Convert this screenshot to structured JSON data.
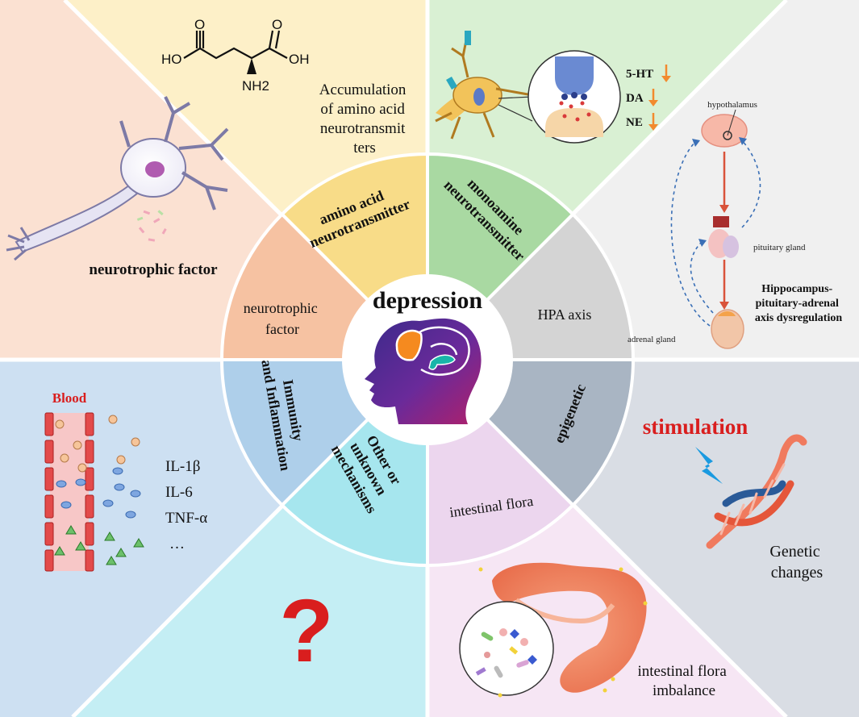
{
  "center": {
    "title": "depression"
  },
  "sectors": {
    "amino": "amino acid neurotransmitter",
    "monoamine": "monoamine neurotransmitter",
    "hpa": "HPA axis",
    "epigenetic": "epigenetic",
    "intestinal": "intestinal flora",
    "other": "Other or unknown mechanisms",
    "immunity": "Immunity and Inflammation",
    "neurotrophic": "neurotrophic factor"
  },
  "panels": {
    "amino": {
      "formula_labels": [
        "HO",
        "O",
        "O",
        "OH",
        "NH2"
      ],
      "caption_lines": [
        "Accumulation",
        "of amino acid",
        "neurotransmit",
        "ters"
      ]
    },
    "monoamine": {
      "markers": [
        {
          "label": "5-HT",
          "trend": "down"
        },
        {
          "label": "DA",
          "trend": "down"
        },
        {
          "label": "NE",
          "trend": "down"
        }
      ]
    },
    "hpa": {
      "hypothalamus": "hypothalamus",
      "pituitary": "pituitary gland",
      "adrenal": "adrenal gland",
      "caption_lines": [
        "Hippocampus-",
        "pituitary-adrenal",
        "axis dysregulation"
      ]
    },
    "epigenetic": {
      "stimulus": "stimulation",
      "caption_lines": [
        "Genetic",
        "changes"
      ]
    },
    "intestinal": {
      "caption_lines": [
        "intestinal flora",
        "imbalance"
      ]
    },
    "other": {
      "symbol": "?"
    },
    "immunity": {
      "vessel_label": "Blood",
      "cytokines": [
        "IL-1β",
        "IL-6",
        "TNF-α",
        "…"
      ]
    },
    "neurotrophic": {
      "caption": "neurotrophic factor"
    }
  },
  "colors": {
    "amino_bg": "#fdf0c8",
    "amino_inner": "#f8dc88",
    "monoamine_bg": "#d9f0d3",
    "monoamine_inner": "#a9d9a2",
    "hpa_bg": "#f0f0f0",
    "hpa_inner": "#d4d4d4",
    "epigenetic_bg": "#d9dde4",
    "epigenetic_inner": "#a9b5c3",
    "intestinal_bg": "#f6e6f4",
    "intestinal_inner": "#ecd6ee",
    "other_bg": "#c4eef4",
    "other_inner": "#a6e6ee",
    "immunity_bg": "#cde0f2",
    "immunity_inner": "#aecfea",
    "neurotrophic_bg": "#fbe1d2",
    "neurotrophic_inner": "#f6c2a2",
    "arrow_orange": "#f28a2e",
    "hpa_arrow": "#d9533a",
    "question": "#d91e1e",
    "stimulation": "#d91e1e"
  }
}
